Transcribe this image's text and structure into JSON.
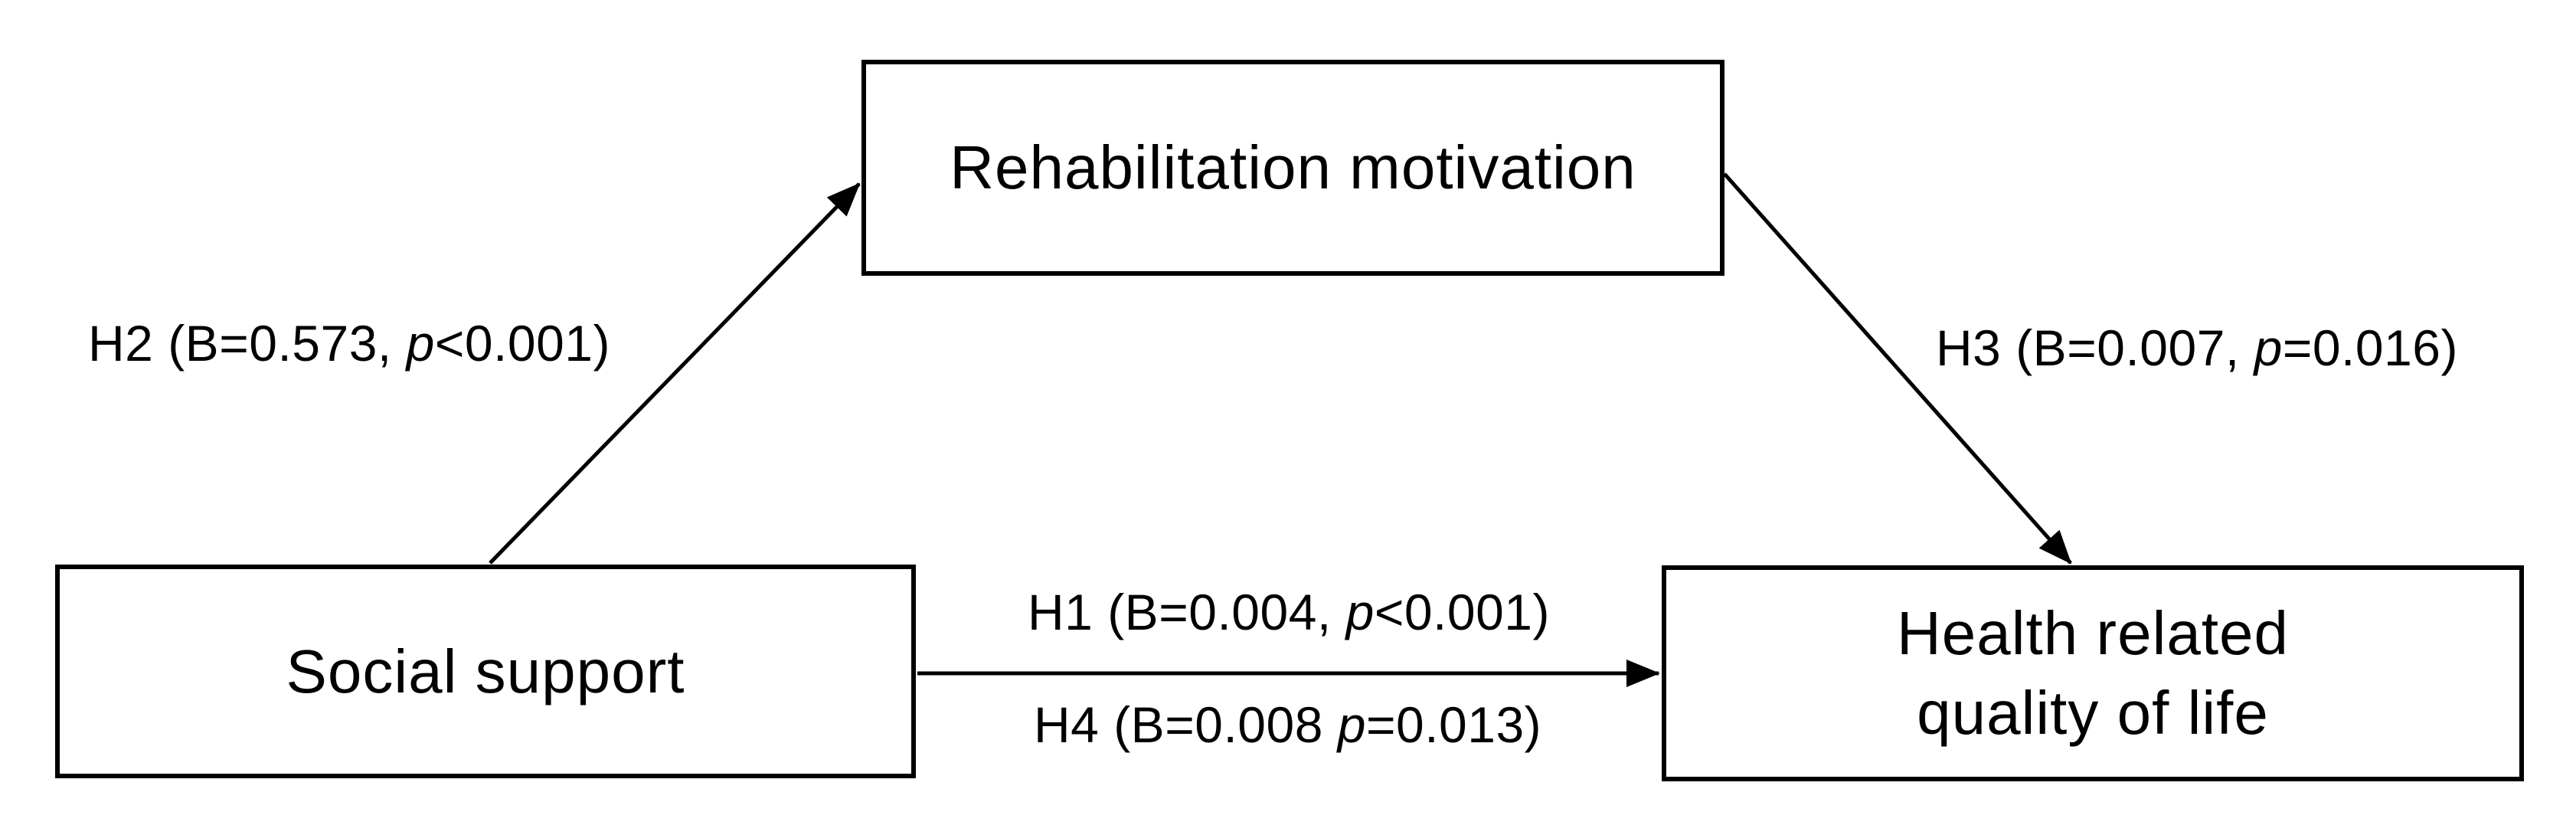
{
  "figure": {
    "type": "mediation-path-diagram",
    "background_color": "#ffffff",
    "line_color": "#000000",
    "text_color": "#000000",
    "nodes": {
      "independent": {
        "label": "Social support"
      },
      "mediator": {
        "label": "Rehabilitation motivation"
      },
      "dependent": {
        "label_line1": "Health related",
        "label_line2": "quality of life"
      }
    },
    "paths": {
      "h1": {
        "prefix": "H1 (B=0.004, ",
        "p": "p",
        "suffix": "<0.001)"
      },
      "h2": {
        "prefix": "H2 (B=0.573, ",
        "p": "p",
        "suffix": "<0.001)"
      },
      "h3": {
        "prefix": "H3 (B=0.007, ",
        "p": "p",
        "suffix": "=0.016)"
      },
      "h4": {
        "prefix": "H4 (B=0.008 ",
        "p": "p",
        "suffix": "=0.013)"
      }
    }
  }
}
